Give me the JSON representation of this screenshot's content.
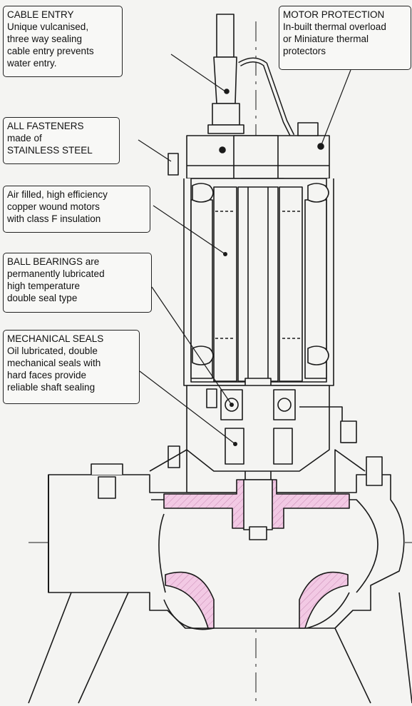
{
  "callouts": {
    "cable_entry": {
      "title": "CABLE ENTRY",
      "lines": [
        "Unique vulcanised,",
        "three way sealing",
        "cable entry prevents",
        "water entry."
      ]
    },
    "motor_protection": {
      "title": "MOTOR PROTECTION",
      "lines": [
        "In-built thermal overload",
        "or Miniature thermal",
        "protectors"
      ]
    },
    "fasteners": {
      "title": "ALL FASTENERS",
      "lines": [
        "made of",
        "STAINLESS STEEL"
      ]
    },
    "motors": {
      "title": "",
      "lines": [
        "Air filled, high efficiency",
        "copper wound motors",
        "with class F insulation"
      ]
    },
    "bearings": {
      "title": "BALL BEARINGS are",
      "lines": [
        "permanently lubricated",
        "high temperature",
        "double seal type"
      ]
    },
    "seals": {
      "title": "MECHANICAL SEALS",
      "lines": [
        "Oil lubricated, double",
        "mechanical seals with",
        "hard faces provide",
        "reliable shaft sealing"
      ]
    }
  },
  "colors": {
    "line": "#1a1a1a",
    "hatch_fill": "#f2c9e4",
    "background": "#f4f4f2"
  }
}
